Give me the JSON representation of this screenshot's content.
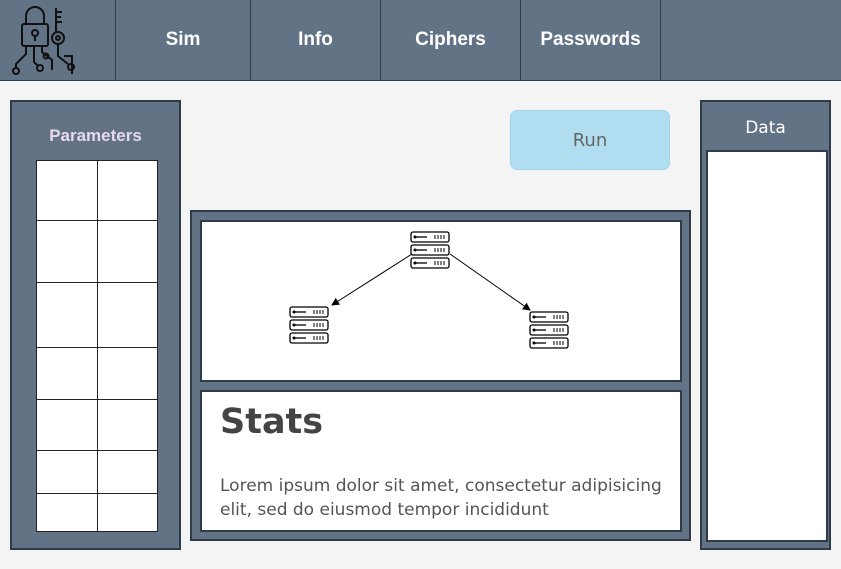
{
  "nav": {
    "items": [
      {
        "label": "Sim"
      },
      {
        "label": "Info"
      },
      {
        "label": "Ciphers"
      },
      {
        "label": "Passwords"
      }
    ]
  },
  "parameters": {
    "title": "Parameters"
  },
  "run_button": {
    "label": "Run"
  },
  "data_panel": {
    "title": "Data"
  },
  "stats": {
    "title": "Stats",
    "body": "Lorem ipsum dolor sit amet, consectetur adipisicing elit, sed do eiusmod tempor incididunt"
  },
  "colors": {
    "topbar": "#627386",
    "border": "#2f3b48",
    "run_button": "#b1ddf0",
    "parameters_title": "#e8d8ee",
    "page_background": "#f4f4f4"
  },
  "icons": [
    "lock-key-circuit-logo-icon",
    "server-stack-icon"
  ]
}
